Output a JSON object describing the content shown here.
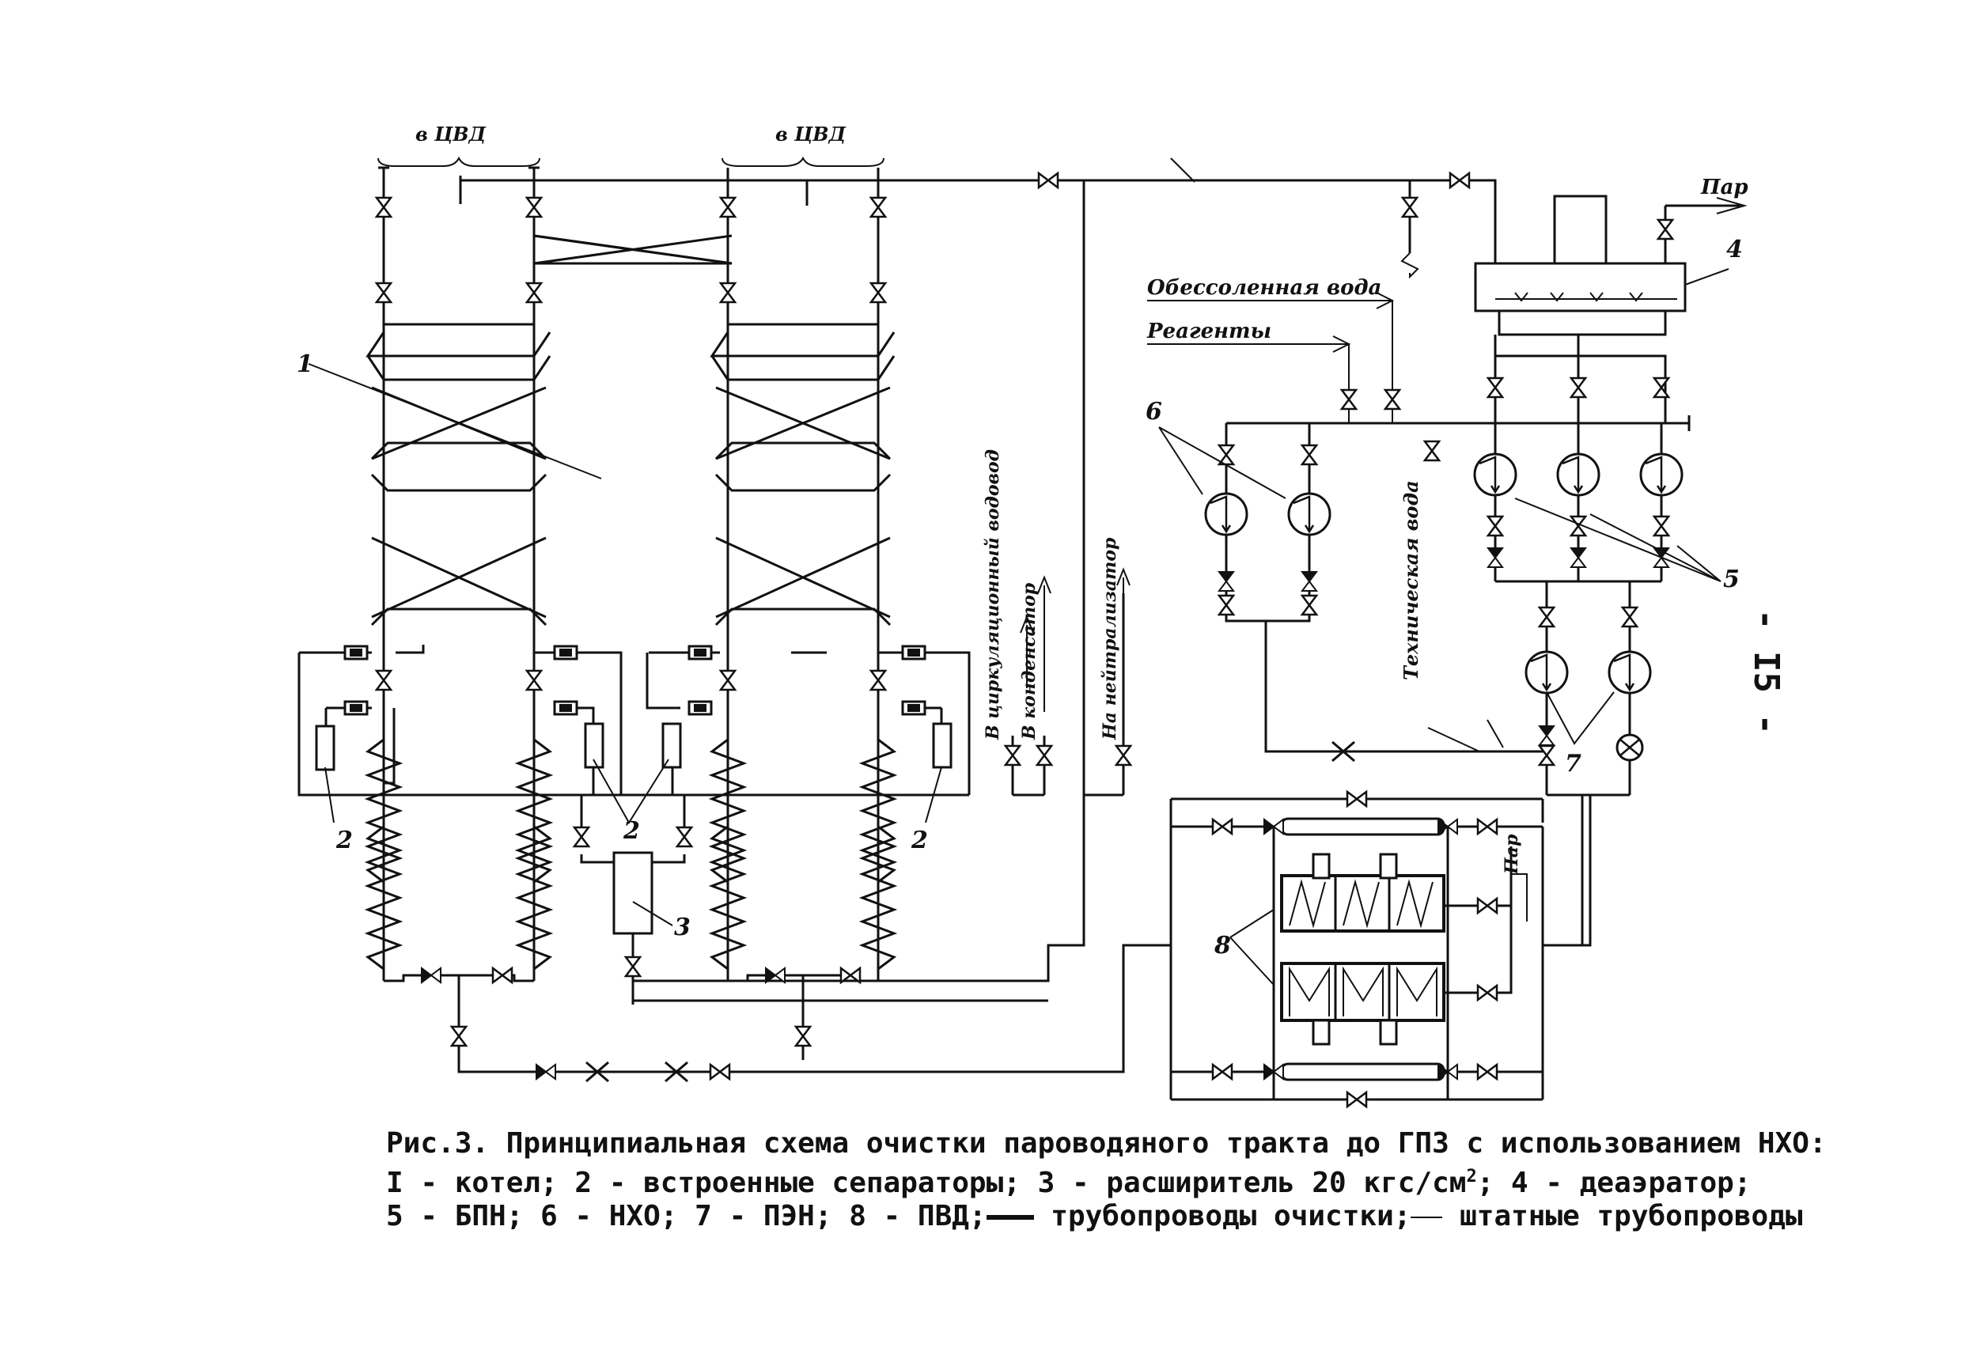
{
  "labels": {
    "cvd_left": "в ЦВД",
    "cvd_right": "в ЦВД",
    "par_top": "Пар",
    "desalted_water": "Обессоленная вода",
    "reagents": "Реагенты",
    "technical_water": "Техническая вода",
    "circ_water": "В циркуляционный водовод",
    "to_condenser": "В конденсатор",
    "to_neutralizer": "На нейтрализатор",
    "par_mid": "Пар"
  },
  "numbers": {
    "boiler": "1",
    "sep_left": "2",
    "sep_mid": "2",
    "sep_right": "2",
    "expander": "3",
    "deaerator": "4",
    "bpn": "5",
    "nho": "6",
    "pen": "7",
    "pvd": "8"
  },
  "caption": {
    "line1": "Рис.3. Принципиальная схема очистки пароводяного тракта до ГПЗ с использованием НХО:",
    "line2_a": "I - котел; 2 - встроенные сепараторы; 3 - расширитель  20 кгс/см",
    "line2_sup": "2",
    "line2_b": "; 4 - деаэратор;",
    "line3_a": "5 - БПН; 6 - НХО; 7 - ПЭН; 8 - ПВД;",
    "line3_b": " трубопроводы очистки;",
    "line3_c": " штатные трубопроводы"
  },
  "page_number": "- I5 -"
}
